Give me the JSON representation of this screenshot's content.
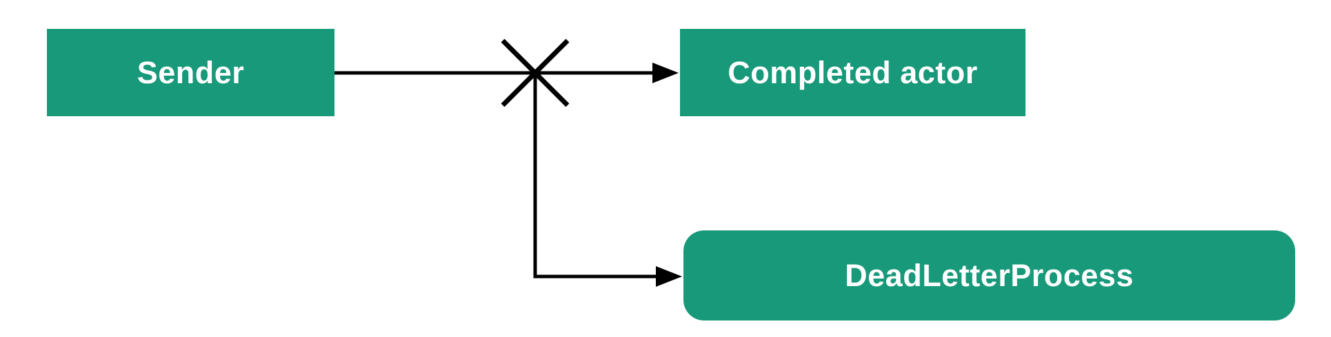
{
  "diagram": {
    "title": "actor dead letter routing diagram",
    "nodes": [
      {
        "id": "sender",
        "label": "Sender",
        "shape": "rectangle"
      },
      {
        "id": "completed-actor",
        "label": "Completed actor",
        "shape": "rectangle"
      },
      {
        "id": "dead-letter-process",
        "label": "DeadLetterProcess",
        "shape": "rounded-rectangle"
      }
    ],
    "edges": [
      {
        "from": "sender",
        "to": "completed-actor",
        "marker": "cross-failure",
        "meaning": "message delivery blocked"
      },
      {
        "from": "cross-failure",
        "to": "dead-letter-process",
        "marker": "arrow",
        "meaning": "message redirected to dead letters"
      }
    ],
    "icons": [
      {
        "name": "cross-icon",
        "meaning": "delivery failure marker"
      },
      {
        "name": "arrowhead-icon",
        "meaning": "direction of message flow"
      }
    ],
    "colors": {
      "node_fill": "#17997a",
      "node_text": "#ffffff",
      "edge": "#000000",
      "background": "#ffffff"
    }
  }
}
